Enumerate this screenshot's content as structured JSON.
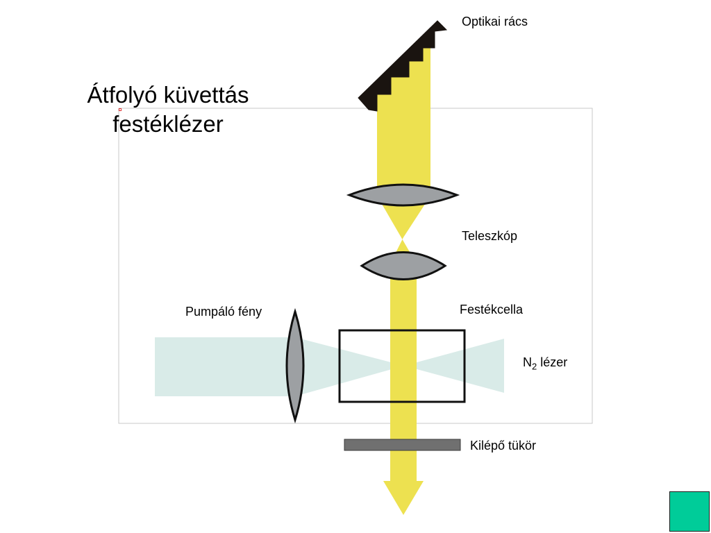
{
  "title": {
    "line1": "Átfolyó küvettás",
    "line2": "festéklézer"
  },
  "labels": {
    "grating": "Optikai rács",
    "telescope": "Teleszkóp",
    "pump_light": "Pumpáló fény",
    "dye_cell": "Festékcella",
    "n2_laser_prefix": "N",
    "n2_laser_sub": "2",
    "n2_laser_suffix": " lézer",
    "output_mirror": "Kilépő tükör"
  },
  "colors": {
    "laser_beam": "#ede150",
    "pump_beam": "#d9ebe8",
    "lens_fill": "#9da0a3",
    "grating": "#1a1410",
    "mirror": "#707070",
    "corner_accent": "#00cc99"
  }
}
